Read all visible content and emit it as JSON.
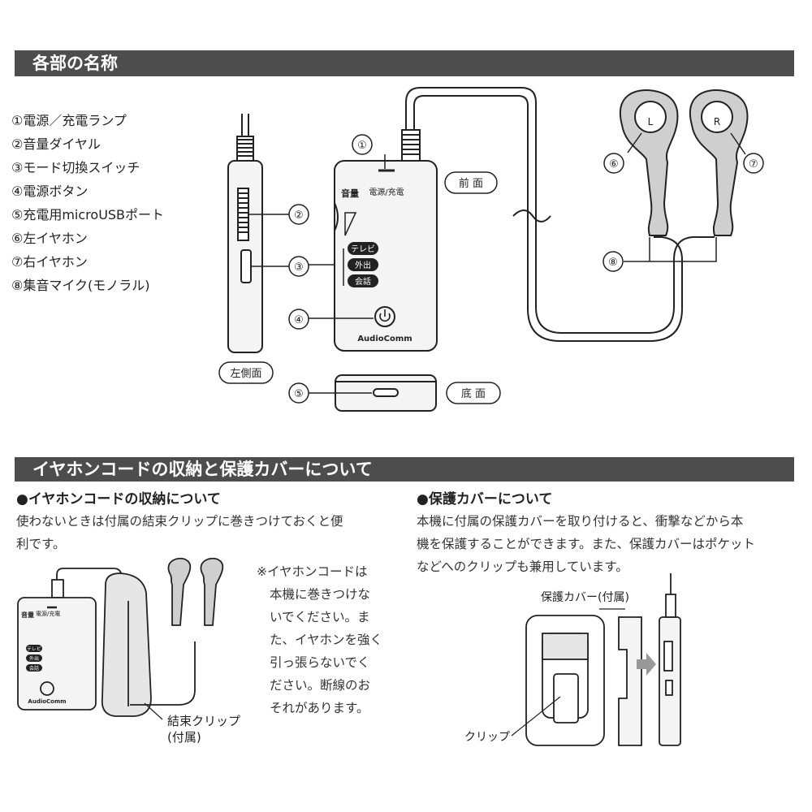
{
  "section1": {
    "title": "各部の名称",
    "parts": [
      "①電源／充電ランプ",
      "②音量ダイヤル",
      "③モード切換スイッチ",
      "④電源ボタン",
      "⑤充電用microUSBポート",
      "⑥左イヤホン",
      "⑦右イヤホン",
      "⑧集音マイク(モノラル)"
    ],
    "callouts": [
      "①",
      "②",
      "③",
      "④",
      "⑤",
      "⑥",
      "⑦",
      "⑧"
    ],
    "views": {
      "left_side": "左側面",
      "front": "前 面",
      "bottom": "底 面"
    },
    "device": {
      "led_label": "電源/充電",
      "volume_label": "音量",
      "modes": [
        "テレビ",
        "外出",
        "会話"
      ],
      "brand": "AudioComm",
      "left_ear": "L",
      "right_ear": "R"
    }
  },
  "section2": {
    "title": "イヤホンコードの収納と保護カバーについて",
    "storage": {
      "heading": "●イヤホンコードの収納について",
      "text_line1": "使わないときは付属の結束クリップに巻きつけておくと便",
      "text_line2": "利です。",
      "note_lines": [
        "※イヤホンコードは",
        "本機に巻きつけな",
        "いでください。ま",
        "た、イヤホンを強く",
        "引っ張らないでく",
        "ださい。断線のお",
        "それがあります。"
      ],
      "clip_label_line1": "結束クリップ",
      "clip_label_line2": "(付属)"
    },
    "cover": {
      "heading": "●保護カバーについて",
      "text_lines": [
        "本機に付属の保護カバーを取り付けると、衝撃などから本",
        "機を保護することができます。また、保護カバーはポケット",
        "などへのクリップも兼用しています。"
      ],
      "cover_label": "保護カバー(付属)",
      "clip_label": "クリップ"
    }
  },
  "colors": {
    "header_bg": "#4d4d4d",
    "header_text": "#ffffff",
    "line": "#222222",
    "device_fill": "#f4f4f4"
  }
}
